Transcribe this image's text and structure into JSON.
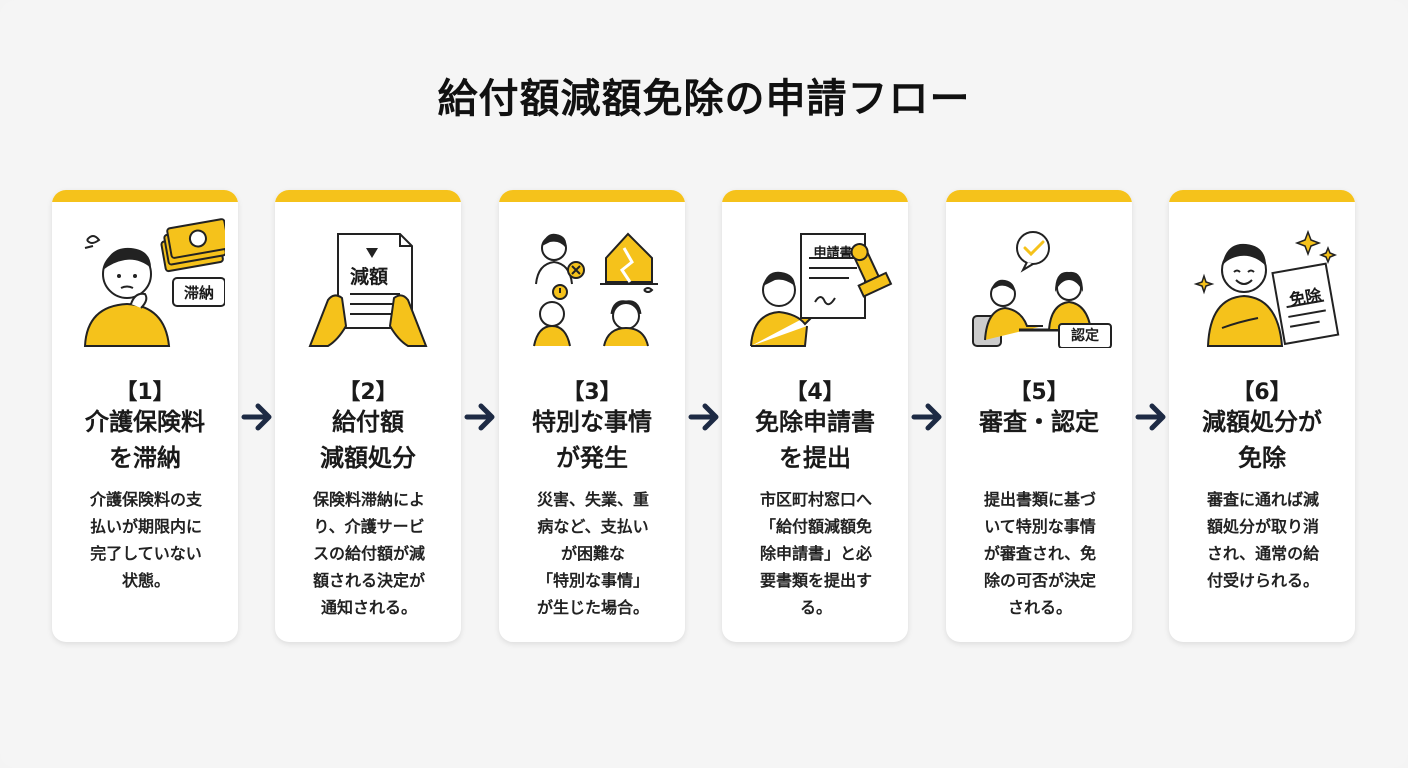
{
  "title": "給付額減額免除の申請フロー",
  "colors": {
    "accent": "#f5c21b",
    "arrow": "#1d2a44",
    "card": "#ffffff"
  },
  "steps": [
    {
      "number": "【1】",
      "heading": [
        "介護保険料",
        "を滞納"
      ],
      "description": [
        "介護保険料の支",
        "払いが期限内に",
        "完了していない",
        "状態。"
      ],
      "illustration_label": "滞納",
      "icons": [
        "worried-person-icon",
        "money-icon",
        "delinquent-tag-icon"
      ]
    },
    {
      "number": "【2】",
      "heading": [
        "給付額",
        "減額処分"
      ],
      "description": [
        "保険料滞納によ",
        "り、介護サービ",
        "スの給付額が減",
        "額される決定が",
        "通知される。"
      ],
      "illustration_label": "減額",
      "icons": [
        "document-icon",
        "hands-icon"
      ]
    },
    {
      "number": "【3】",
      "heading": [
        "特別な事情",
        "が発生"
      ],
      "description": [
        "災害、失業、重",
        "病など、支払い",
        "が困難な",
        "「特別な事情」",
        "が生じた場合。"
      ],
      "illustration_label": "",
      "icons": [
        "unemployed-person-icon",
        "disaster-house-icon",
        "sick-person-icon",
        "distressed-person-icon"
      ]
    },
    {
      "number": "【4】",
      "heading": [
        "免除申請書",
        "を提出"
      ],
      "description": [
        "市区町村窓口へ",
        "「給付額減額免",
        "除申請書」と必",
        "要書類を提出す",
        "る。"
      ],
      "illustration_label": "申請書",
      "icons": [
        "person-icon",
        "application-form-icon",
        "stamp-icon"
      ]
    },
    {
      "number": "【5】",
      "heading": [
        "審査・認定"
      ],
      "description": [
        "提出書類に基づ",
        "いて特別な事情",
        "が審査され、免",
        "除の可否が決定",
        "される。"
      ],
      "illustration_label": "認定",
      "icons": [
        "applicant-icon",
        "officer-icon",
        "check-bubble-icon",
        "approval-sign-icon"
      ]
    },
    {
      "number": "【6】",
      "heading": [
        "減額処分が",
        "免除"
      ],
      "description": [
        "審査に通れば減",
        "額処分が取り消",
        "され、通常の給",
        "付受けられる。"
      ],
      "illustration_label": "免除",
      "icons": [
        "happy-person-icon",
        "sparkle-icon",
        "exemption-document-icon"
      ]
    }
  ]
}
